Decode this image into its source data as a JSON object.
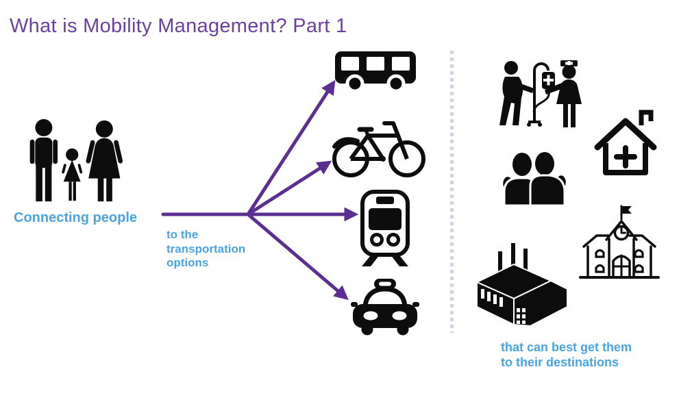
{
  "slide": {
    "title": "What is Mobility Management? Part 1"
  },
  "colors": {
    "title_purple": "#6b3fa0",
    "arrow_purple": "#5b2f91",
    "caption_blue": "#4aa4e2",
    "divider_lavender": "#d8cce8",
    "icon_black": "#0d0d0d"
  },
  "left_group": {
    "caption": "Connecting people",
    "icon": "family-icon"
  },
  "center_group": {
    "caption_line1": "to the",
    "caption_line2": "transportation",
    "caption_line3": "options",
    "icons": [
      "bus-icon",
      "bicycle-icon",
      "train-icon",
      "taxi-icon"
    ]
  },
  "right_group": {
    "caption_line1": "that can best get them",
    "caption_line2": "to their destinations",
    "icons": [
      "patient-with-iv-and-nurse-icon",
      "medical-home-icon",
      "friends-icon",
      "factory-icon",
      "school-icon"
    ]
  }
}
